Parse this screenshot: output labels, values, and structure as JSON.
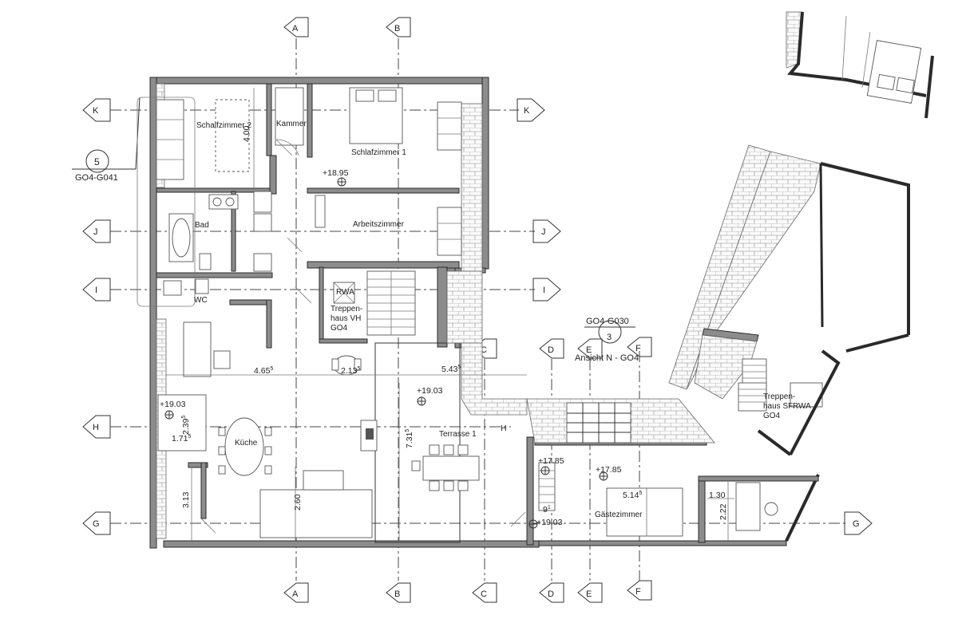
{
  "axes": {
    "A": "A",
    "B": "B",
    "C": "C",
    "D": "D",
    "E": "E",
    "F": "F",
    "G": "G",
    "H": "H",
    "I": "I",
    "J": "J",
    "K": "K"
  },
  "rooms": {
    "schlafzimmer2": "Schalfzimmer 2",
    "kammer": "Kammer",
    "schlafzimmer1": "Schlafzimmer 1",
    "bad": "Bad",
    "arbeitszimmer": "Arbeitszimmer",
    "wc": "WC",
    "rwa1": "RWA",
    "treppenhaus_vh_1": "Treppen-",
    "treppenhaus_vh_2": "haus VH",
    "treppenhaus_vh_3": "GO4",
    "kueche": "Küche",
    "terrasse": "Terrasse 1",
    "gaestezimmer": "Gästezimmer",
    "treppenhaus_sf_1": "Treppen-",
    "treppenhaus_sf_2": "haus SF",
    "treppenhaus_sf_3": "GO4",
    "rwa2": "RWA"
  },
  "references": {
    "detail_number": "5",
    "detail_sheet": "GO4-G041",
    "view_sheet": "GO4-G030",
    "view_number": "3",
    "view_title": "Ansicht N - GO4"
  },
  "elevations": {
    "e1": "+18.95",
    "e2": "+19.03",
    "e3": "+19.03",
    "e4": "+17.85",
    "e5": "+17.85",
    "e6": "+19.03"
  },
  "dimensions": {
    "d400": "4.00",
    "d465": "4.65",
    "d465_sup": "5",
    "d213": "2.13",
    "d213_sup": "5",
    "d543": "5.43",
    "d543_sup": "5",
    "d239": "2.39",
    "d239_sup": "5",
    "d171": "1.71",
    "d171_sup": "5",
    "d731": "7.31",
    "d731_sup": "5",
    "d313": "3.13",
    "d260": "2.60",
    "d514": "5.14",
    "d514_sup": "5",
    "d130": "1.30",
    "d222": "2.22",
    "d9": "9",
    "d9_sup": "1",
    "small_H": "H"
  }
}
